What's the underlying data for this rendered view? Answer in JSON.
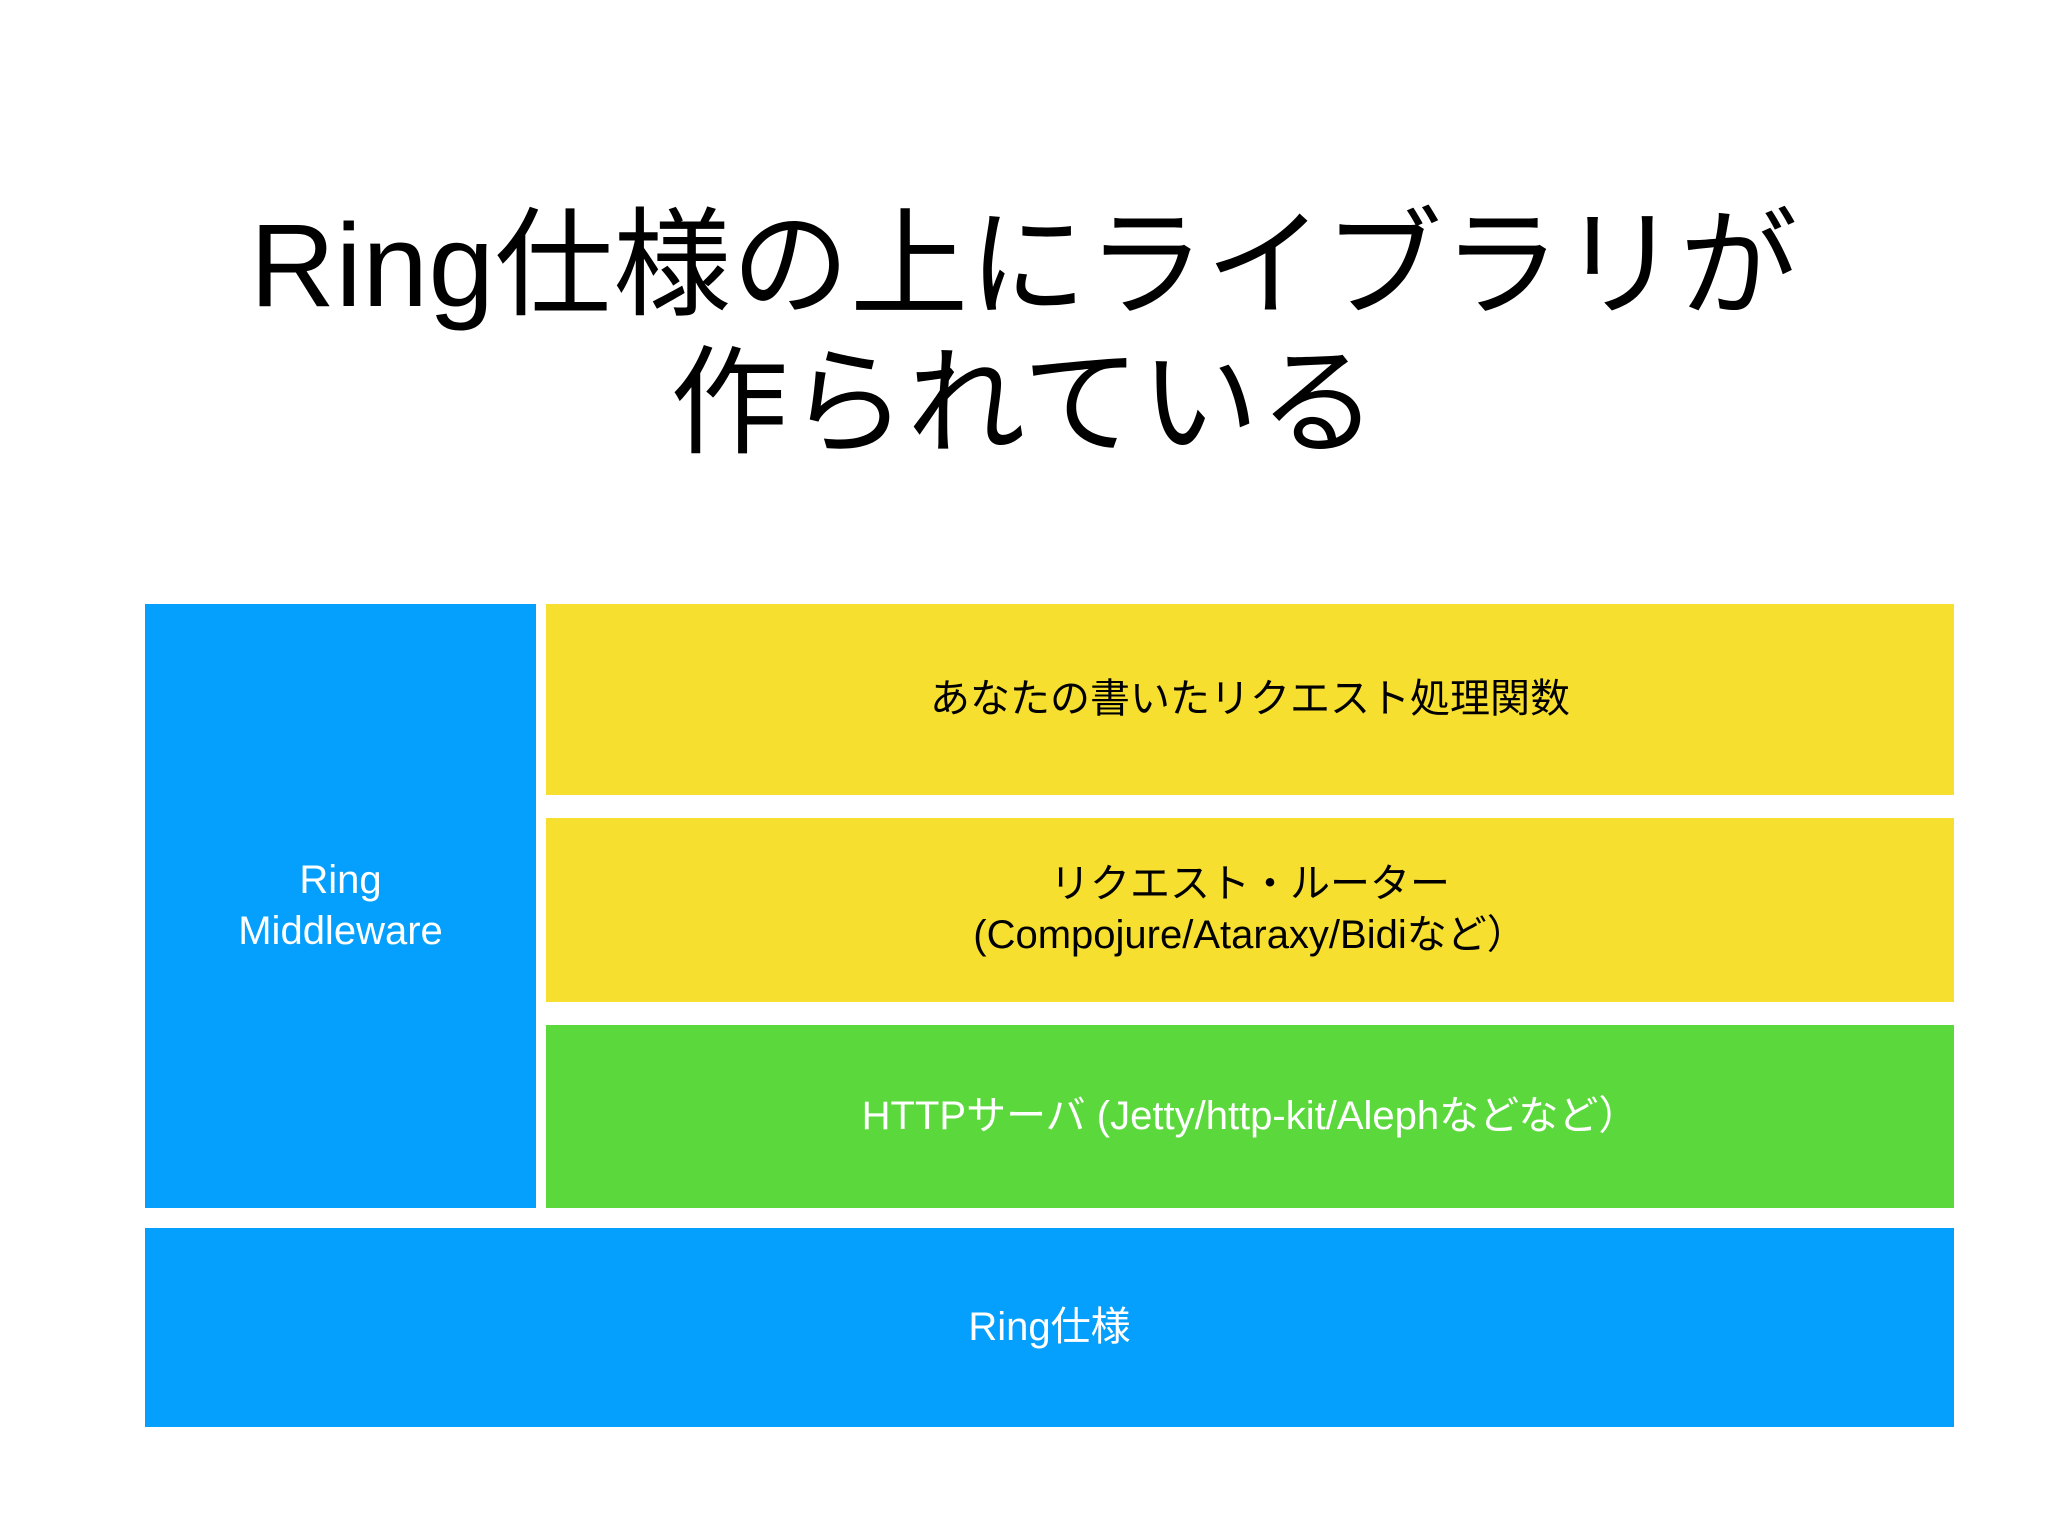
{
  "slide": {
    "title": "Ring仕様の上にライブラリが\n作られている",
    "background_color": "#ffffff",
    "title_color": "#000000"
  },
  "palette": {
    "blue": "#05a0fd",
    "yellow": "#f7df30",
    "green": "#5bd93c",
    "white": "#ffffff",
    "black": "#000000"
  },
  "diagram": {
    "middleware_column": {
      "label": "Ring\nMiddleware",
      "color": "#05a0fd",
      "text_color": "#ffffff"
    },
    "layers": [
      {
        "name": "handler",
        "label": "あなたの書いたリクエスト処理関数",
        "color": "#f7df30",
        "text_color": "#000000"
      },
      {
        "name": "router",
        "label": "リクエスト・ルーター\n(Compojure/Ataraxy/Bidiなど）",
        "color": "#f7df30",
        "text_color": "#000000"
      },
      {
        "name": "http-server",
        "label": "HTTPサーバ (Jetty/http-kit/Alephなどなど）",
        "color": "#5bd93c",
        "text_color": "#ffffff"
      }
    ],
    "foundation": {
      "name": "ring-spec",
      "label": "Ring仕様",
      "color": "#05a0fd",
      "text_color": "#ffffff"
    }
  }
}
